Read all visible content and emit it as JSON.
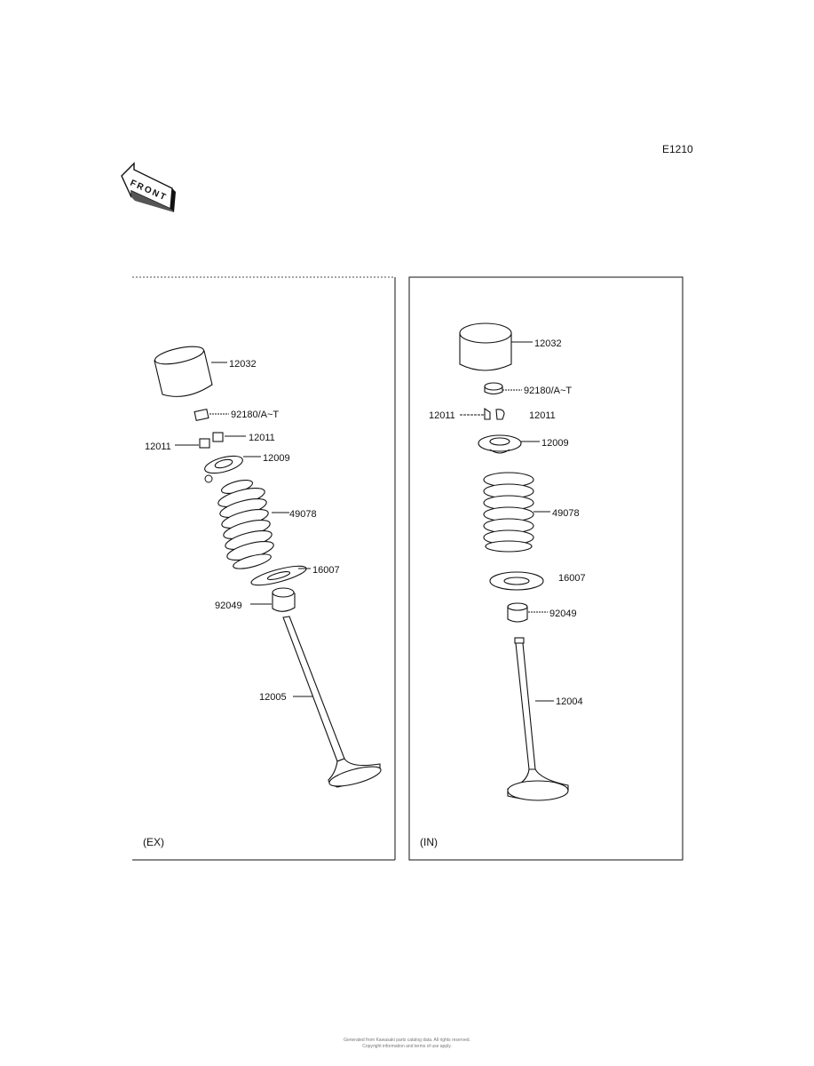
{
  "diagram_code": "E1210",
  "front_label": "FRONT",
  "panels": {
    "exhaust": {
      "label": "(EX)",
      "parts": {
        "tappet": "12032",
        "shim": "92180/A~T",
        "keeper_right": "12011",
        "keeper_left": "12011",
        "retainer": "12009",
        "spring": "49078",
        "spring_seat": "16007",
        "stem_seal": "92049",
        "valve": "12005"
      }
    },
    "intake": {
      "label": "(IN)",
      "parts": {
        "tappet": "12032",
        "shim": "92180/A~T",
        "keeper_left": "12011",
        "keeper_right": "12011",
        "retainer": "12009",
        "spring": "49078",
        "spring_seat": "16007",
        "stem_seal": "92049",
        "valve": "12004"
      }
    }
  },
  "footer": {
    "line1": "Generated from Kawasaki parts catalog data. All rights reserved.",
    "line2": "Copyright information and terms of use apply."
  }
}
